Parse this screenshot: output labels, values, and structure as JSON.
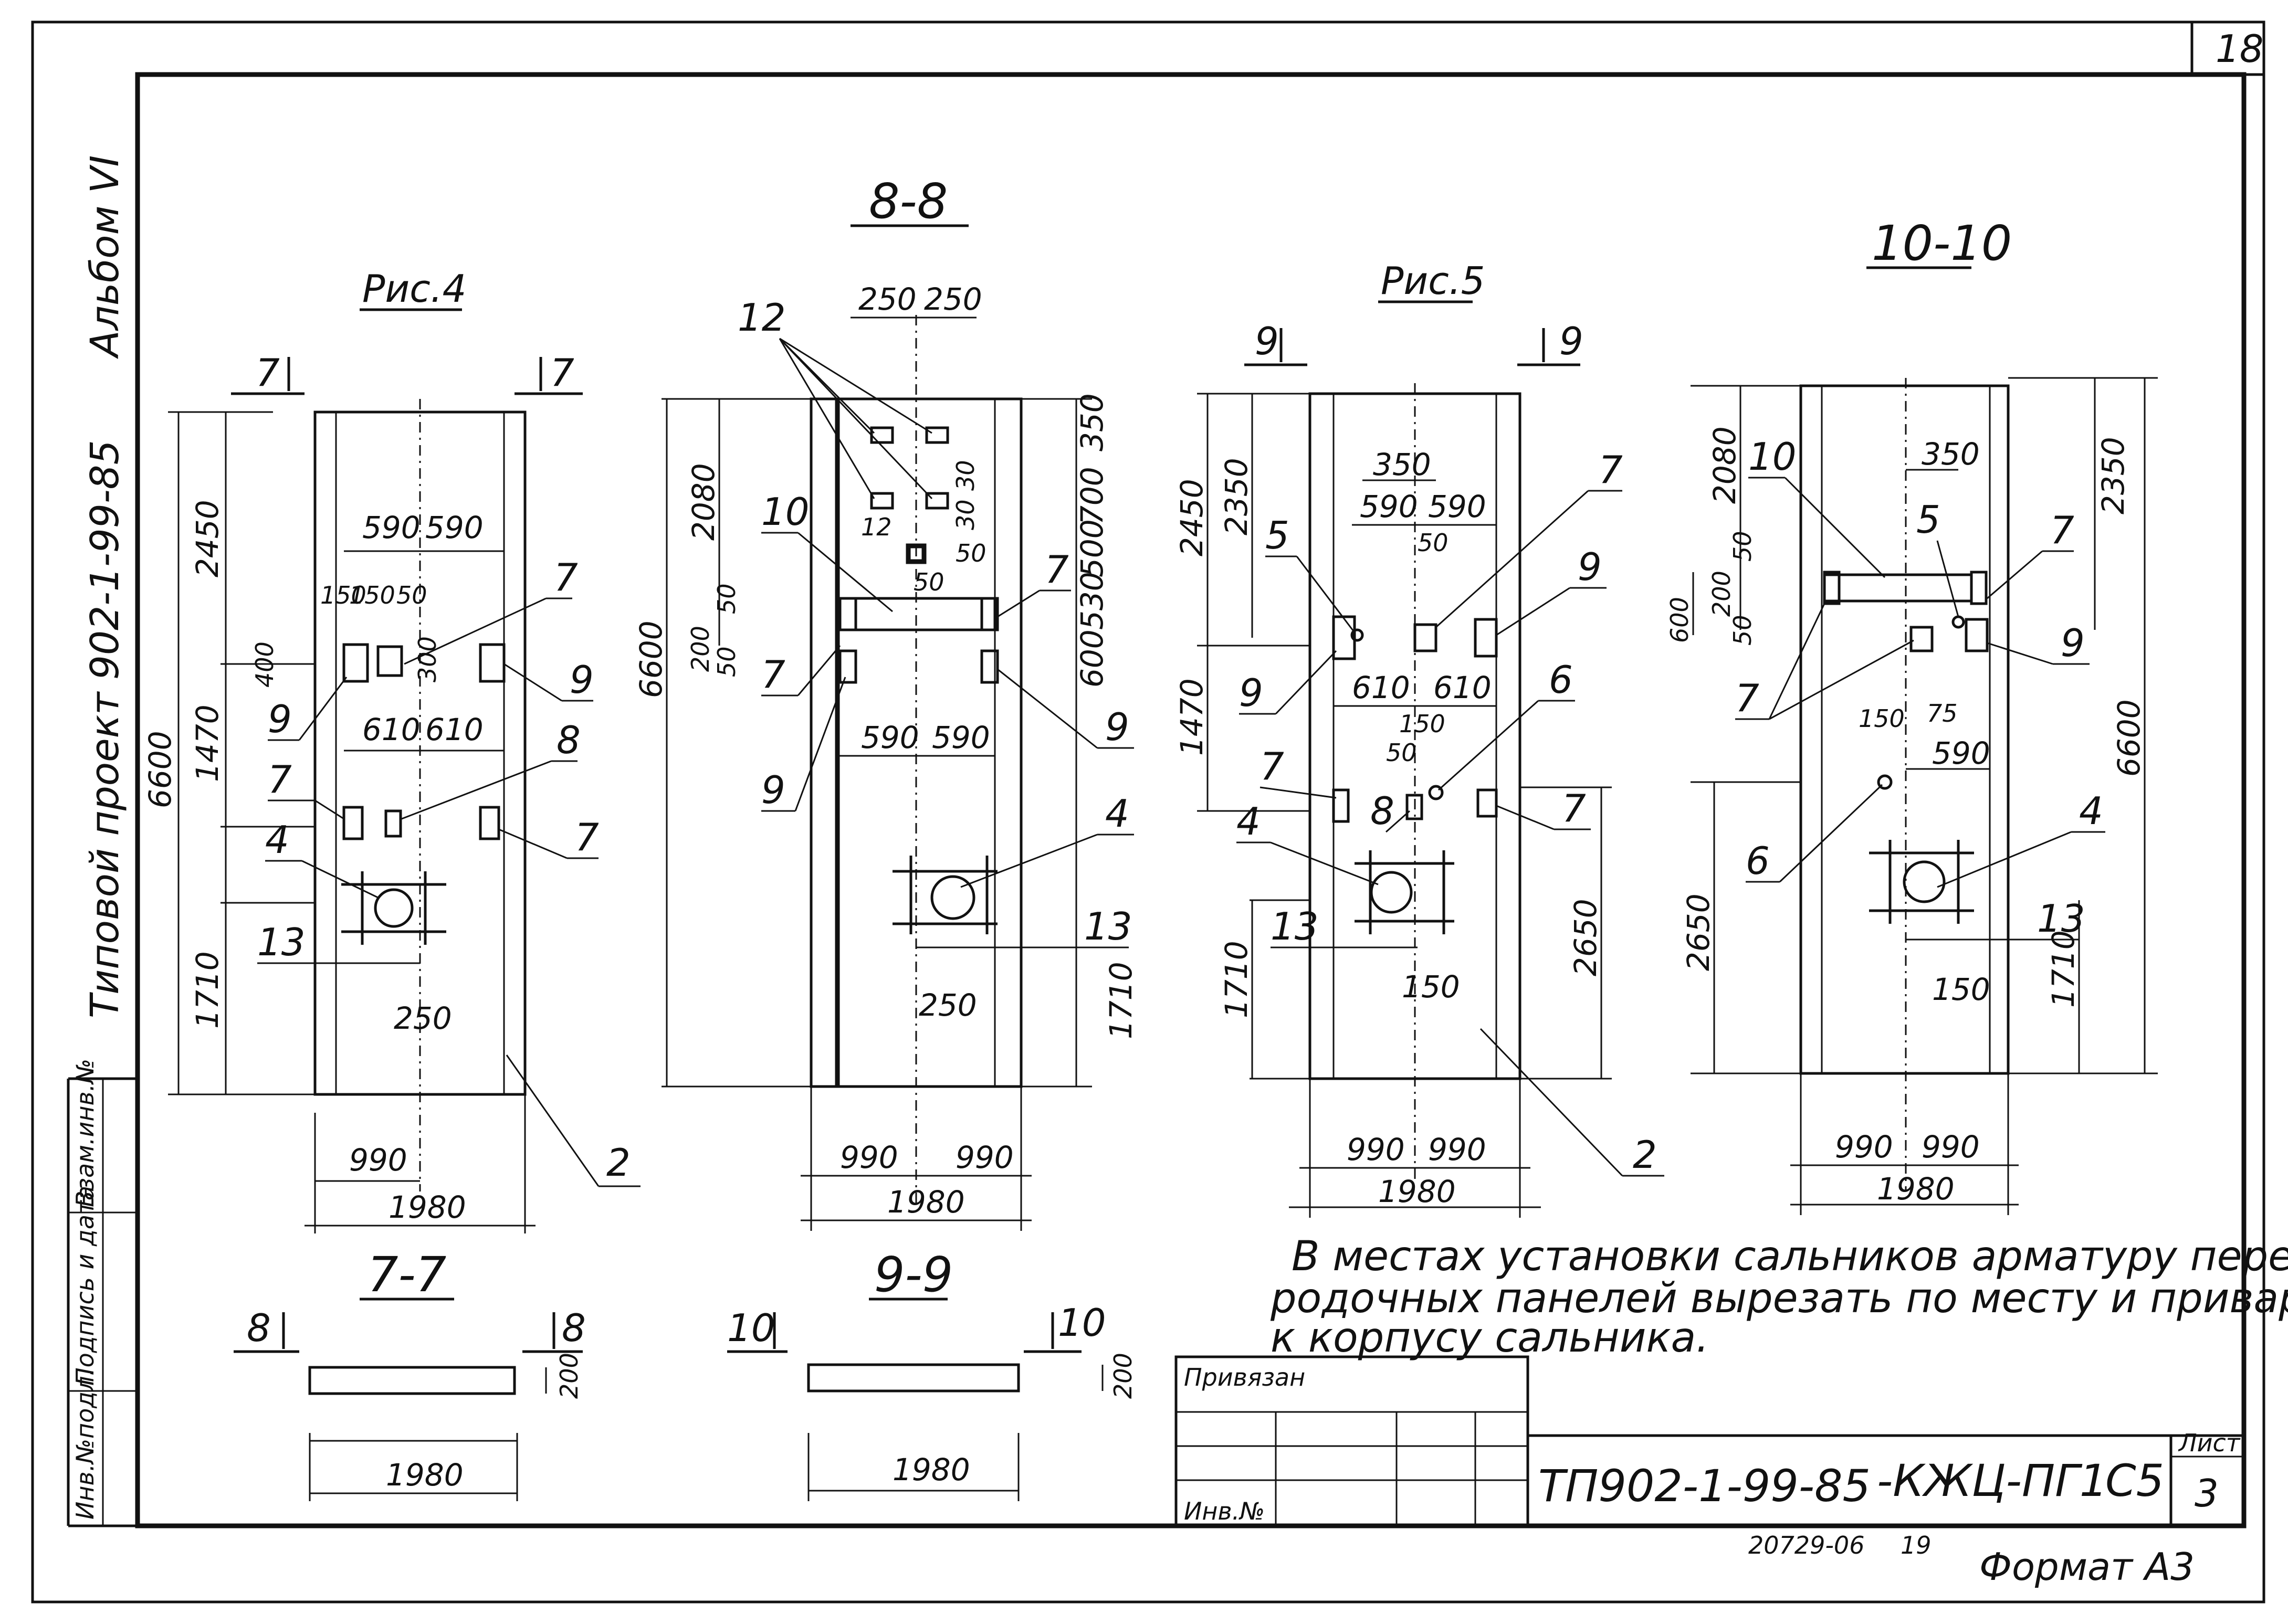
{
  "sheet": {
    "number": "18",
    "side_labels": {
      "album": "Альбом VI",
      "project": "Типовой проект 902-1-99-85"
    },
    "side_stamp": [
      "Инв.№подл.",
      "Подпись и дата",
      "Взам.инв.№"
    ],
    "note": [
      "В местах установки сальников арматуру перего-",
      "родочных панелей вырезать по месту и приварить",
      "к корпусу сальника."
    ],
    "titleblock": {
      "privyazan": "Привязан",
      "inv_no": "Инв.№",
      "code": "ТП902-1-99-85",
      "mark": "-КЖЦ-ПГ1",
      "suffix": "С5",
      "list_label": "Лист",
      "list_value": "3",
      "under_left": "20729-06",
      "under_num": "19",
      "format": "Формат А3"
    }
  },
  "fig4": {
    "title": "Рис.4",
    "cut_label": "7",
    "dims": {
      "height_total": "6600",
      "h_top": "2450",
      "h_mid": "1470",
      "h_bot": "1710",
      "w590a": "590",
      "w590b": "590",
      "w150a": "150",
      "w150b": "150",
      "w50": "50",
      "h400": "400",
      "h300": "300",
      "w610a": "610",
      "w610b": "610",
      "w250": "250",
      "w990": "990",
      "w1980": "1980"
    },
    "callouts": {
      "c7a": "7",
      "c9": "9",
      "c9b": "9",
      "c7b": "7",
      "c8": "8",
      "c7c": "7",
      "c4": "4",
      "c13": "13",
      "c2": "2"
    }
  },
  "sec88": {
    "title": "8-8",
    "dims": {
      "w250a": "250",
      "w250b": "250",
      "height_total": "6600",
      "h2080": "2080",
      "h350": "350",
      "h700": "700",
      "h500": "500",
      "h530": "530",
      "h600": "600",
      "h200": "200",
      "h50a": "50",
      "h50b": "50",
      "h30a": "30",
      "h30b": "30",
      "w50a": "50",
      "w50b": "50",
      "w590a": "590",
      "w590b": "590",
      "w250c": "250",
      "h1710": "1710",
      "w990a": "990",
      "w990b": "990",
      "w1980": "1980"
    },
    "callouts": {
      "c12": "12",
      "c12b": "12",
      "c10": "10",
      "c7a": "7",
      "c7b": "7",
      "c9a": "9",
      "c9b": "9",
      "c4": "4",
      "c13": "13"
    }
  },
  "fig5": {
    "title": "Рис.5",
    "cut_label": "9",
    "dims": {
      "h2450": "2450",
      "h2350": "2350",
      "w350": "350",
      "w590a": "590",
      "w590b": "590",
      "w50": "50",
      "w610a": "610",
      "w610b": "610",
      "w150": "150",
      "w50b": "50",
      "h1470": "1470",
      "h2650": "2650",
      "h1710": "1710",
      "w150b": "150",
      "w990a": "990",
      "w990b": "990",
      "w1980": "1980"
    },
    "callouts": {
      "c5": "5",
      "c7a": "7",
      "c9a": "9",
      "c9b": "9",
      "c6": "6",
      "c7b": "7",
      "c8": "8",
      "c7c": "7",
      "c4": "4",
      "c13": "13",
      "c2": "2"
    }
  },
  "sec1010": {
    "title": "10-10",
    "dims": {
      "h2080": "2080",
      "w350": "350",
      "h2350": "2350",
      "h600": "600",
      "h200": "200",
      "h50a": "50",
      "h50b": "50",
      "w150": "150",
      "w75": "75",
      "w590": "590",
      "h6600": "6600",
      "h2650": "2650",
      "h1710": "1710",
      "w150b": "150",
      "w990a": "990",
      "w990b": "990",
      "w1980": "1980"
    },
    "callouts": {
      "c10": "10",
      "c5": "5",
      "c7a": "7",
      "c7b": "7",
      "c9": "9",
      "c6": "6",
      "c4": "4",
      "c13": "13"
    }
  },
  "sec77": {
    "title": "7-7",
    "cut_label": "8",
    "thick": "200",
    "width": "1980"
  },
  "sec99": {
    "title": "9-9",
    "cut_label": "10",
    "thick": "200",
    "width": "1980"
  }
}
